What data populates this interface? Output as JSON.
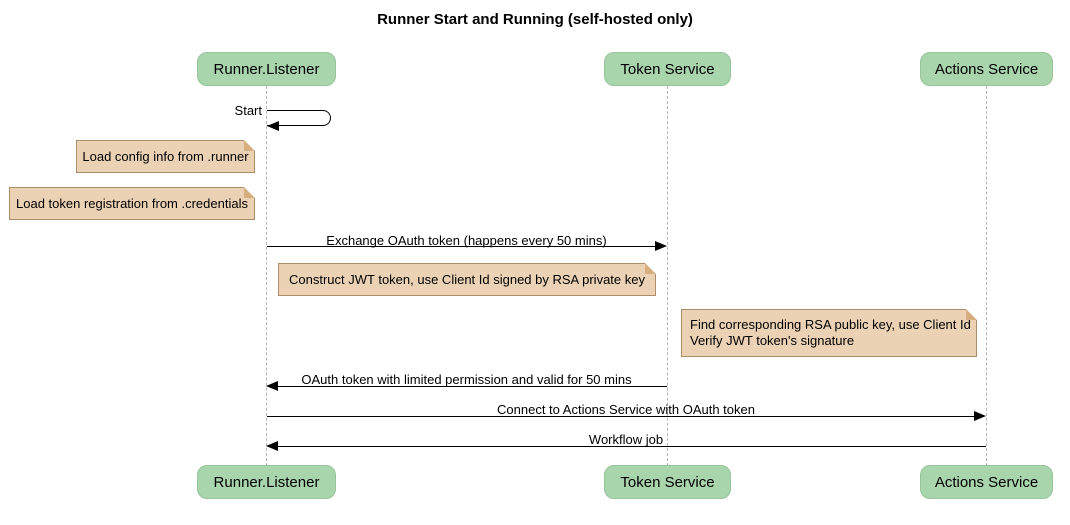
{
  "title": "Runner Start and Running (self-hosted only)",
  "participants": [
    {
      "label": "Runner.Listener"
    },
    {
      "label": "Token Service"
    },
    {
      "label": "Actions Service"
    }
  ],
  "messages": [
    {
      "label": "Start",
      "from": "Runner.Listener",
      "to": "Runner.Listener",
      "kind": "self"
    },
    {
      "label": "Exchange OAuth token (happens every 50 mins)",
      "from": "Runner.Listener",
      "to": "Token Service",
      "kind": "arrow"
    },
    {
      "label": "OAuth token with limited permission and valid for 50 mins",
      "from": "Token Service",
      "to": "Runner.Listener",
      "kind": "arrow"
    },
    {
      "label": "Connect to Actions Service with OAuth token",
      "from": "Runner.Listener",
      "to": "Actions Service",
      "kind": "arrow"
    },
    {
      "label": "Workflow job",
      "from": "Actions Service",
      "to": "Runner.Listener",
      "kind": "arrow"
    }
  ],
  "notes": [
    {
      "label": "Load config info from .runner",
      "position": "left of Runner.Listener"
    },
    {
      "label": "Load token registration from .credentials",
      "position": "left of Runner.Listener"
    },
    {
      "label": "Construct JWT token, use Client Id signed by RSA private key",
      "position": "right of Runner.Listener"
    },
    {
      "lines": [
        "Find corresponding RSA public key, use Client Id",
        "Verify JWT token's signature"
      ],
      "position": "right of Token Service"
    }
  ],
  "colors": {
    "background": "#ffffff",
    "participant_fill": "#a9d5ac",
    "participant_border": "#97c49a",
    "note_fill": "#ecd2b5",
    "note_border": "#ac8e6c",
    "lifeline": "#b5b5b5",
    "arrow": "#000000",
    "text": "#000000"
  }
}
